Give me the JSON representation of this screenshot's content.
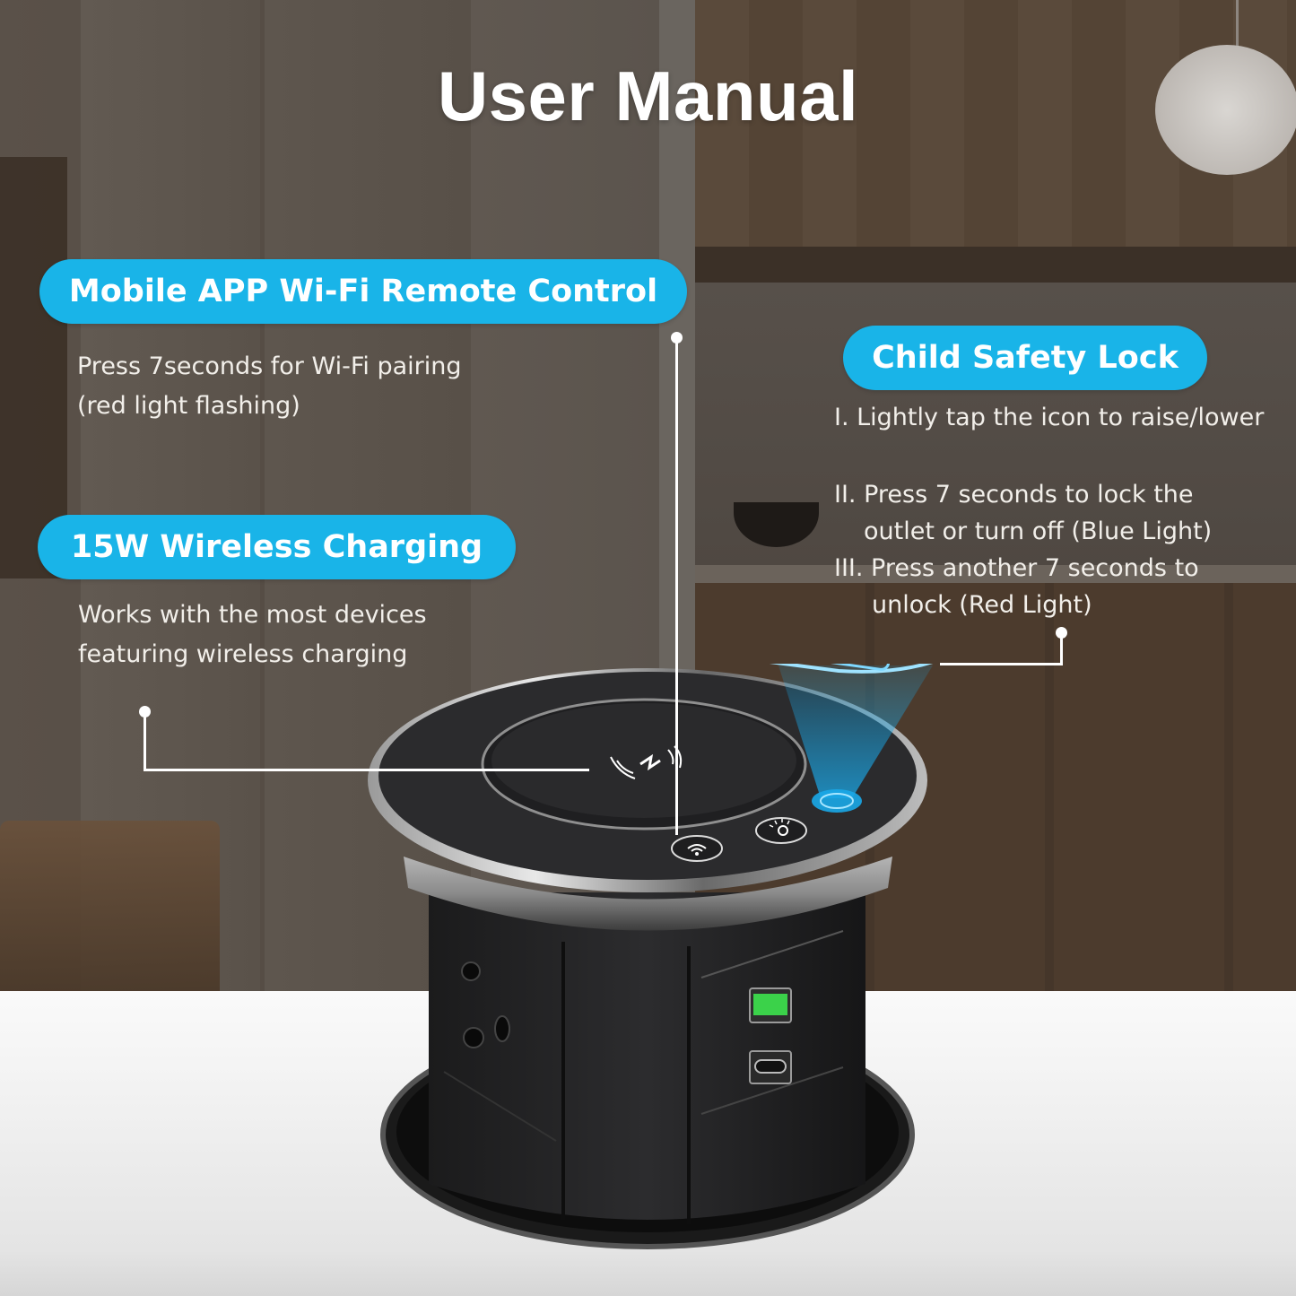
{
  "title": "User Manual",
  "colors": {
    "accent_pill": "#19b4e8",
    "text": "#ffffff",
    "glow_blue": "#1aa8e8",
    "usb_green": "#3bd24a"
  },
  "features": {
    "wifi": {
      "heading": "Mobile APP Wi-Fi Remote Control",
      "lines": [
        "Press 7seconds for Wi-Fi pairing",
        "(red light flashing)"
      ],
      "icon": "wifi-icon"
    },
    "wireless": {
      "heading": "15W Wireless Charging",
      "lines": [
        "Works with the most devices",
        "featuring wireless charging"
      ],
      "icon": "wireless-charging-icon"
    },
    "lock": {
      "heading": "Child Safety Lock",
      "steps": [
        "I. Lightly tap the icon to raise/lower",
        "II. Press 7 seconds to lock the",
        "outlet or turn off (Blue Light)",
        "III. Press another 7 seconds to",
        "unlock (Red Light)"
      ],
      "icon": "shield-lock-icon"
    }
  },
  "device": {
    "buttons": [
      "wifi-button",
      "light-button",
      "power-lock-button"
    ],
    "ports": [
      "ac-outlet",
      "usb-a-port",
      "usb-c-port"
    ]
  }
}
